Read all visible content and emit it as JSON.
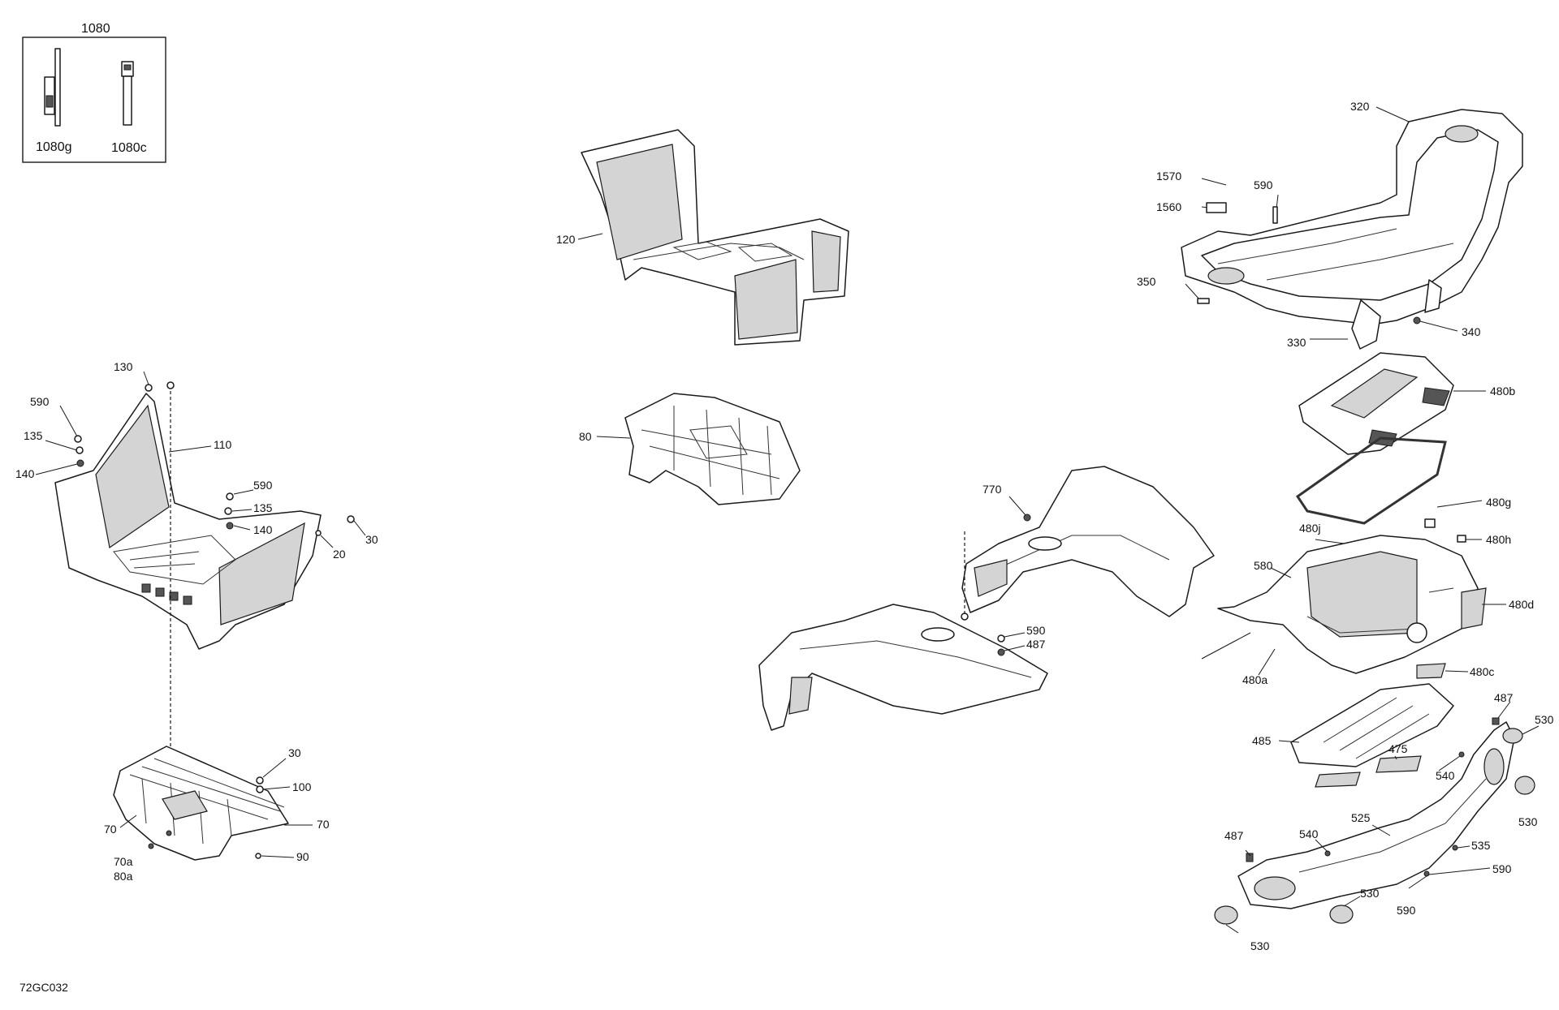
{
  "kit": {
    "title": "1080",
    "items": [
      "1080g",
      "1080c"
    ]
  },
  "callouts": {
    "c_1080g": "1080g",
    "c_1080c": "1080c",
    "c_120": "120",
    "c_80": "80",
    "c_130": "130",
    "c_590a": "590",
    "c_135a": "135",
    "c_140a": "140",
    "c_110": "110",
    "c_590b": "590",
    "c_135b": "135",
    "c_140b": "140",
    "c_30a": "30",
    "c_20": "20",
    "c_30b": "30",
    "c_100": "100",
    "c_70a": "70",
    "c_70b": "70",
    "c_90": "90",
    "c_70a_sub": "70a",
    "c_80a_sub": "80a",
    "c_320": "320",
    "c_1570": "1570",
    "c_590c": "590",
    "c_1560": "1560",
    "c_350": "350",
    "c_340": "340",
    "c_330": "330",
    "c_480b": "480b",
    "c_770": "770",
    "c_480g": "480g",
    "c_480j": "480j",
    "c_480h": "480h",
    "c_580": "580",
    "c_480d": "480d",
    "c_590d": "590",
    "c_487a": "487",
    "c_480a": "480a",
    "c_480c": "480c",
    "c_487b": "487",
    "c_530a": "530",
    "c_485": "485",
    "c_475": "475",
    "c_540a": "540",
    "c_530b": "530",
    "c_487c": "487",
    "c_540b": "540",
    "c_525": "525",
    "c_535": "535",
    "c_590e": "590",
    "c_530c": "530",
    "c_590f": "590",
    "c_530d": "530"
  },
  "figure_code": "72GC032"
}
